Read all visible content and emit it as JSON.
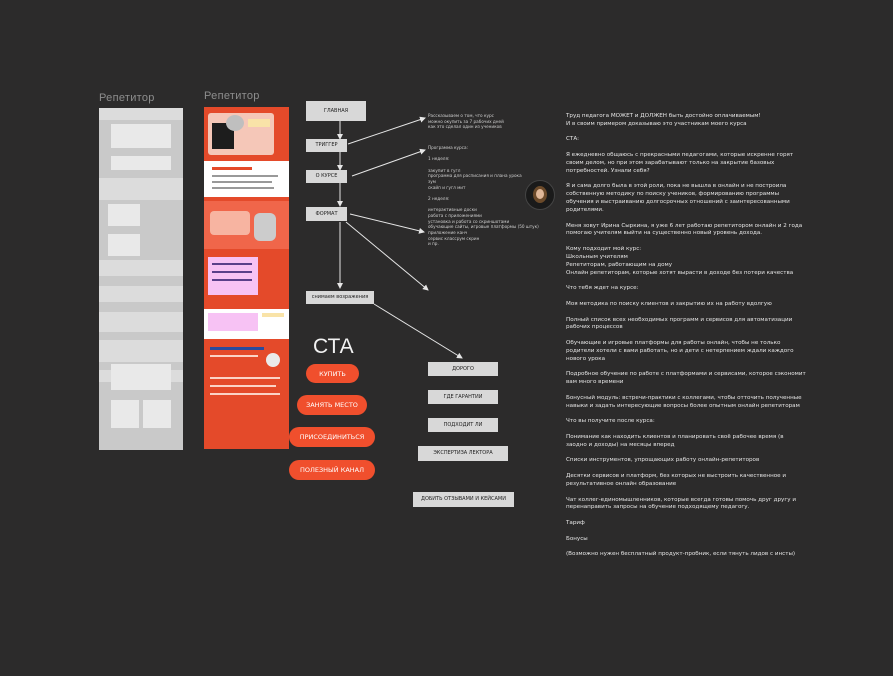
{
  "frames": {
    "wireframe_title": "Репетитор",
    "mockup_title": "Репетитор"
  },
  "flow": {
    "nodes": [
      "ГЛАВНАЯ",
      "ТРИГГЕР",
      "О КУРСЕ",
      "ФОРМАТ",
      "снимаем возражения"
    ],
    "objections": [
      "ДОРОГО",
      "ГДЕ ГАРАНТИИ",
      "ПОДХОДИТ ЛИ",
      "ЭКСПЕРТИЗА ЛЕКТОРА",
      "ДОБИТЬ ОТЗЫВАМИ И КЕЙСАМИ"
    ]
  },
  "cta": {
    "title": "СТА",
    "buttons": [
      "КУПИТЬ",
      "ЗАНЯТЬ МЕСТО",
      "ПРИСОЕДИНИТЬСЯ",
      "ПОЛЕЗНЫЙ КАНАЛ"
    ]
  },
  "notes": {
    "trigger": "Рассказываем о том, что курс\nможно окупить за 7 рабочих дней\nкак это сделал один из учеников",
    "course": "Программа курса:\n\n1 неделя:\n\nзакупит в гугл\nпрограмма для расписания и плана урока\nзум\nскайп и гугл мит\n\n2 неделя:\n\nинтерактивные доски\nработа с приложениями\nустановка и работа со скриншотами\nобучающие сайты, игровые платформы (50 штук)\nприложение канч\nсервис классрум скрин\nи пр."
  },
  "copy": "Труд педагога МОЖЕТ и ДОЛЖЕН быть достойно оплачиваемым!\nИ в своим примером доказываю это участникам моего курса\n\nСТА:\n\nЯ ежедневно общаюсь с прекрасными педагогами, которые искренне горят своим делом, но при этом зарабатывают только на закрытие базовых потребностей. Узнали себя?\n\nЯ и сама долго была в этой роли, пока не вышла в онлайн и не построила собственную методику по поиску учеников, формированию программы обучения и выстраиванию долгосрочных отношений с заинтересованными родителями.\n\nМеня зовут Ирина Сыркина, я уже 6 лет работаю репетитором онлайн и 2 года помогаю учителям выйти на существенно новый уровень дохода.\n\nКому подходит мой курс:\nШкольным учителям\nРепетиторам, работающим на дому\nОнлайн репетиторам, которые хотят вырасти в доходе без потери качества\n\nЧто тебя ждет на курсе:\n\nМоя методика по поиску клиентов и закрытию их на работу вдолгую\n\nПолный список всех необходимых программ и сервисов для автоматизации рабочих процессов\n\nОбучающие и игровые платформы для работы онлайн, чтобы не только родители хотели с вами работать, но и дети с нетерпением ждали каждого нового урока\n\nПодробное обучение по работе с платформами и сервисами, которое сэкономит вам много времени\n\nБонусный модуль: встречи-практики с коллегами, чтобы отточить полученные навыки и задать интересующие вопросы более опытным онлайн репетиторам\n\nЧто вы получите после курса:\n\nПонимание как находить клиентов и планировать своё рабочее время (в заодно и доходы) на месяцы вперед\n\nСписки инструментов, упрощающих работу онлайн-репетиторов\n\nДесятки сервисов и платформ, без которых не выстроить качественное и результативное онлайн образование\n\nЧат коллег-единомышленников, которые всегда готовы помочь друг другу и перенаправить запросы на обучение подходящему педагогу.\n\nТариф\n\nБонусы\n\n(Возможно нужен бесплатный продукт-пробник, если тянуть лидов с инсты)",
  "colors": {
    "accent": "#f04f2d",
    "background": "#2c2b2b",
    "node": "#d8d8d8"
  },
  "icons": {
    "avatar": "comment-avatar-icon"
  }
}
